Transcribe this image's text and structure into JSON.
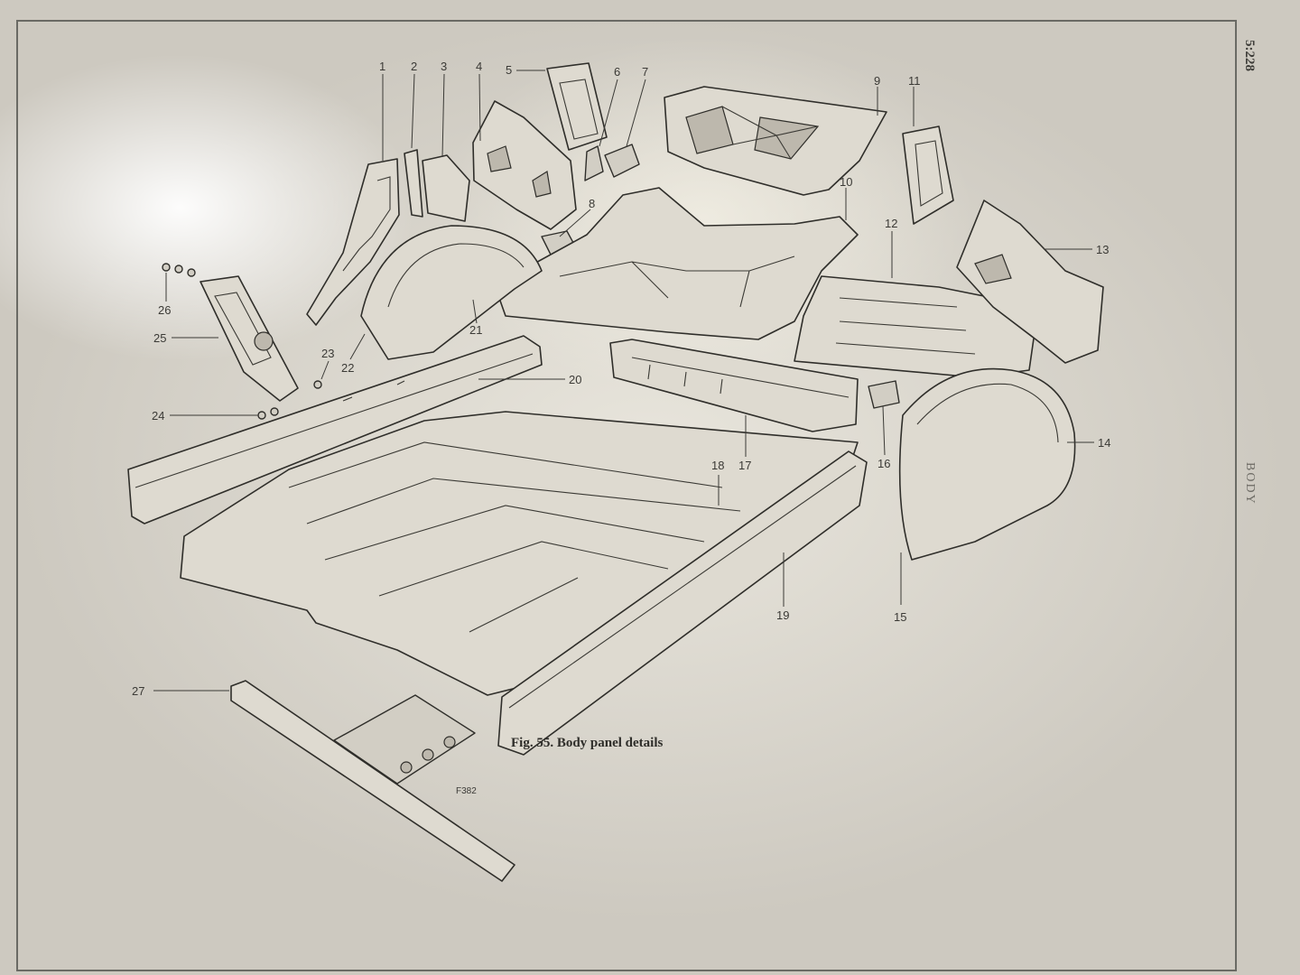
{
  "page": {
    "page_number": "5:228",
    "section": "BODY",
    "caption": "Fig. 55.   Body panel details",
    "figure_code": "F382"
  },
  "callouts": [
    "1",
    "2",
    "3",
    "4",
    "5",
    "6",
    "7",
    "8",
    "9",
    "10",
    "11",
    "12",
    "13",
    "14",
    "15",
    "16",
    "17",
    "18",
    "19",
    "20",
    "21",
    "22",
    "23",
    "24",
    "25",
    "26",
    "27"
  ],
  "colors": {
    "paper": "#e9e6dd",
    "ink": "#2f2e2a",
    "frame": "#6a6a64"
  }
}
